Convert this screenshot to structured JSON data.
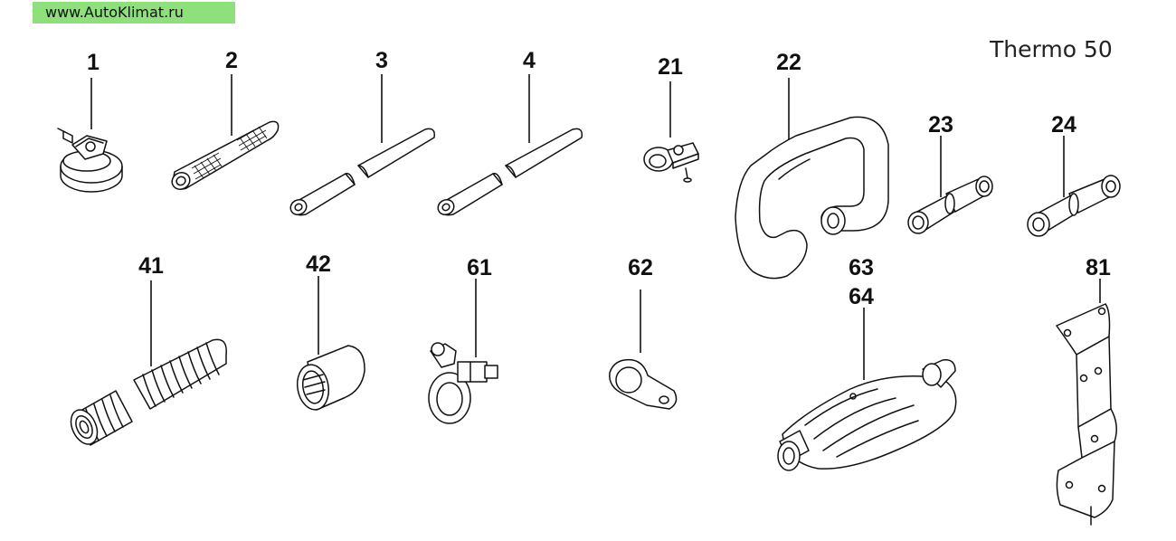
{
  "site": "www.AutoKlimat.ru",
  "model": "Thermo 50",
  "parts": [
    {
      "id": "1",
      "label": "1",
      "icon": "hose-clamp-icon"
    },
    {
      "id": "2",
      "label": "2",
      "icon": "mesh-hose-icon"
    },
    {
      "id": "3",
      "label": "3",
      "icon": "hose-icon"
    },
    {
      "id": "4",
      "label": "4",
      "icon": "hose-icon"
    },
    {
      "id": "21",
      "label": "21",
      "icon": "screw-clamp-icon"
    },
    {
      "id": "22",
      "label": "22",
      "icon": "bent-hose-icon"
    },
    {
      "id": "23",
      "label": "23",
      "icon": "hose-connector-icon"
    },
    {
      "id": "24",
      "label": "24",
      "icon": "hose-connector-icon"
    },
    {
      "id": "41",
      "label": "41",
      "icon": "flexible-exhaust-pipe-icon"
    },
    {
      "id": "42",
      "label": "42",
      "icon": "end-sleeve-icon"
    },
    {
      "id": "61",
      "label": "61",
      "icon": "pipe-clamp-icon"
    },
    {
      "id": "62",
      "label": "62",
      "icon": "pipe-clip-icon"
    },
    {
      "id": "63",
      "label": "63",
      "icon": "silencer-icon"
    },
    {
      "id": "64",
      "label": "64",
      "icon": "silencer-icon"
    },
    {
      "id": "81",
      "label": "81",
      "icon": "mounting-bracket-icon"
    }
  ]
}
